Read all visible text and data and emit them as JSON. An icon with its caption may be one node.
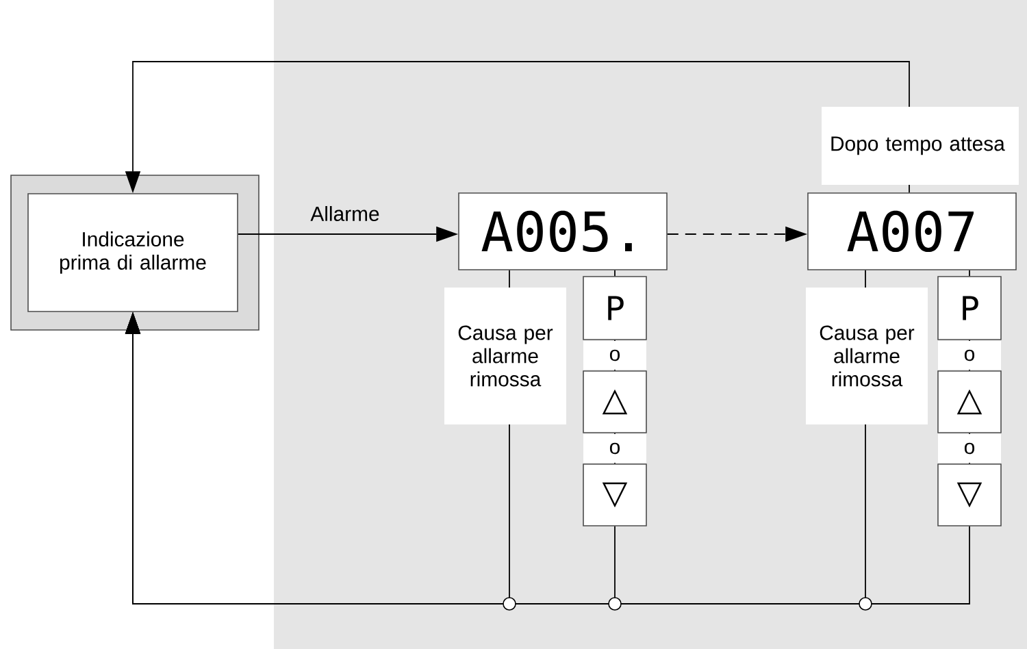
{
  "diagram": {
    "nodes": [
      {
        "text": [],
        "shape": "box"
      },
      {
        "text": [
          "Indicazione prima di allarme"
        ],
        "in": 0
      },
      {
        "text": [
          "A005."
        ]
      },
      {
        "text": [
          "A007"
        ]
      },
      {
        "text": [
          "P"
        ]
      },
      {
        "text": [
          "△"
        ]
      },
      {
        "text": [
          "▽"
        ]
      },
      {
        "text": [
          "P"
        ]
      },
      {
        "text": [
          "△"
        ]
      },
      {
        "text": [
          "▽"
        ]
      }
    ],
    "edges": [
      {
        "from": 1,
        "to": 2,
        "arrow": "to",
        "label": "Allarme"
      },
      {
        "from": 2,
        "to": 3,
        "arrow": "to",
        "style": "dashed"
      },
      {
        "from": 2,
        "to": 1,
        "arrow": "to",
        "label": "Causa per allarme rimossa"
      },
      {
        "from": 2,
        "to": 4,
        "arrow": "none"
      },
      {
        "from": 4,
        "to": 5,
        "arrow": "none",
        "label": "o"
      },
      {
        "from": 5,
        "to": 6,
        "arrow": "none",
        "label": "o"
      },
      {
        "from": 6,
        "to": 1,
        "arrow": "to"
      },
      {
        "from": 3,
        "to": 1,
        "arrow": "to",
        "label": "Causa per allarme rimossa"
      },
      {
        "from": 3,
        "to": 7,
        "arrow": "none"
      },
      {
        "from": 7,
        "to": 8,
        "arrow": "none",
        "label": "o"
      },
      {
        "from": 8,
        "to": 9,
        "arrow": "none",
        "label": "o"
      },
      {
        "from": 9,
        "to": 1,
        "arrow": "to"
      },
      {
        "from": 3,
        "to": 1,
        "arrow": "to",
        "label": "Dopo tempo attesa"
      }
    ]
  }
}
